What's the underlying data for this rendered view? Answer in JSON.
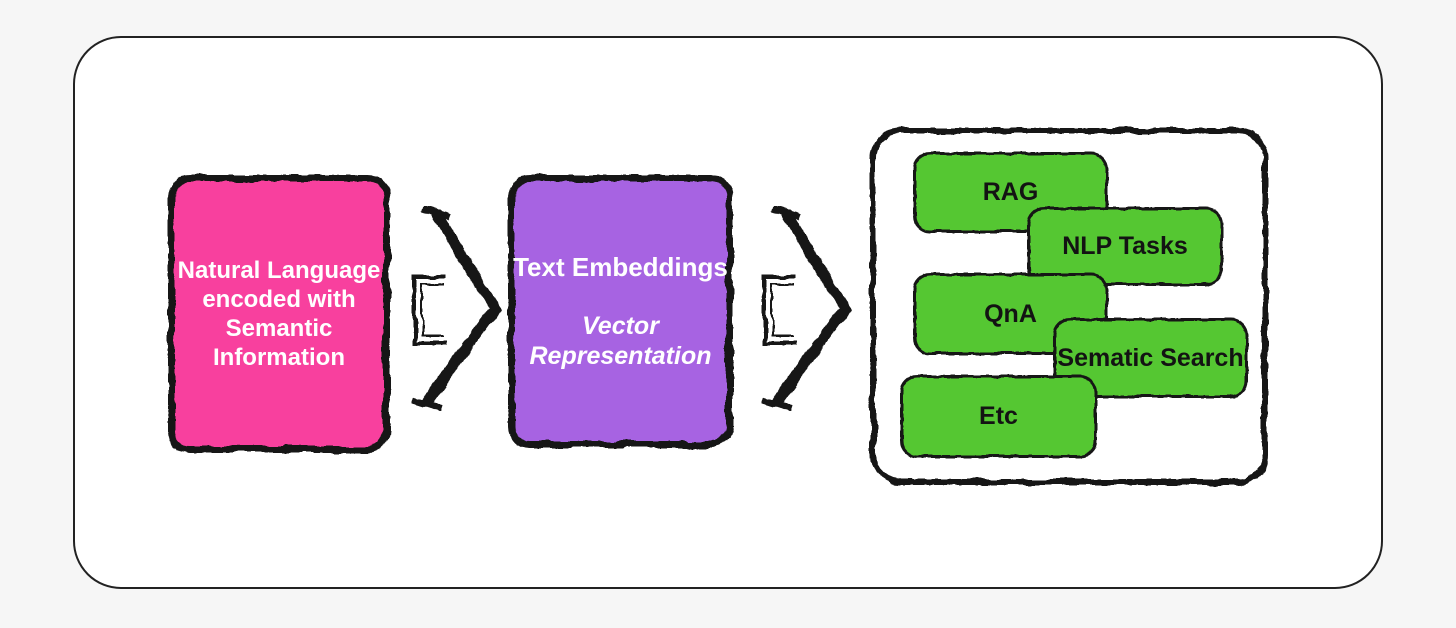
{
  "colors": {
    "bg": "#f6f6f6",
    "frame": "#ffffff",
    "frame_line": "#222222",
    "ink": "#161616",
    "pink": "#f8409e",
    "purple": "#a763e2",
    "green": "#55c731",
    "text_light": "#ffffff",
    "text_dark": "#131313"
  },
  "source_box": {
    "lines": [
      "Natural Language",
      "encoded with",
      "Semantic",
      "Information"
    ]
  },
  "embeddings_box": {
    "title": "Text Embeddings",
    "subtitle_lines": [
      "Vector",
      "Representation"
    ]
  },
  "applications": {
    "items": [
      {
        "label": "RAG"
      },
      {
        "label": "NLP Tasks"
      },
      {
        "label": "QnA"
      },
      {
        "label": "Sematic Search"
      },
      {
        "label": "Etc"
      }
    ]
  },
  "icons": {
    "flow_arrow": "hand-drawn-block-arrow-right"
  }
}
